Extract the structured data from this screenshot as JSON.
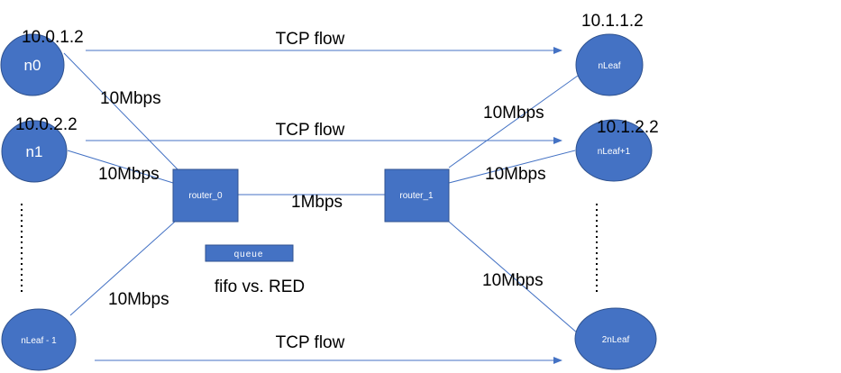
{
  "colors": {
    "node_fill": "#4472C4",
    "node_stroke": "#2F528F",
    "line": "#4472C4",
    "text": "#000000",
    "node_text": "#ffffff"
  },
  "nodes": {
    "n0": "n0",
    "n1": "n1",
    "nleaf_minus_1": "nLeaf - 1",
    "nleaf": "nLeaf",
    "nleaf_plus_1": "nLeaf+1",
    "two_nleaf": "2nLeaf",
    "router_0": "router_0",
    "router_1": "router_1",
    "queue": "queue"
  },
  "addresses": {
    "n0": "10.0.1.2",
    "n1": "10.0.2.2",
    "nleaf": "10.1.1.2",
    "nleaf_plus_1": "10.1.2.2"
  },
  "flows": {
    "top": "TCP flow",
    "middle": "TCP flow",
    "bottom": "TCP flow"
  },
  "links": {
    "n0_router0": "10Mbps",
    "n1_router0": "10Mbps",
    "nleafm1_router0": "10Mbps",
    "bottleneck": "1Mbps",
    "router1_nleaf": "10Mbps",
    "router1_nleafp1": "10Mbps",
    "router1_2nleaf": "10Mbps"
  },
  "queue_caption": "fifo vs. RED"
}
